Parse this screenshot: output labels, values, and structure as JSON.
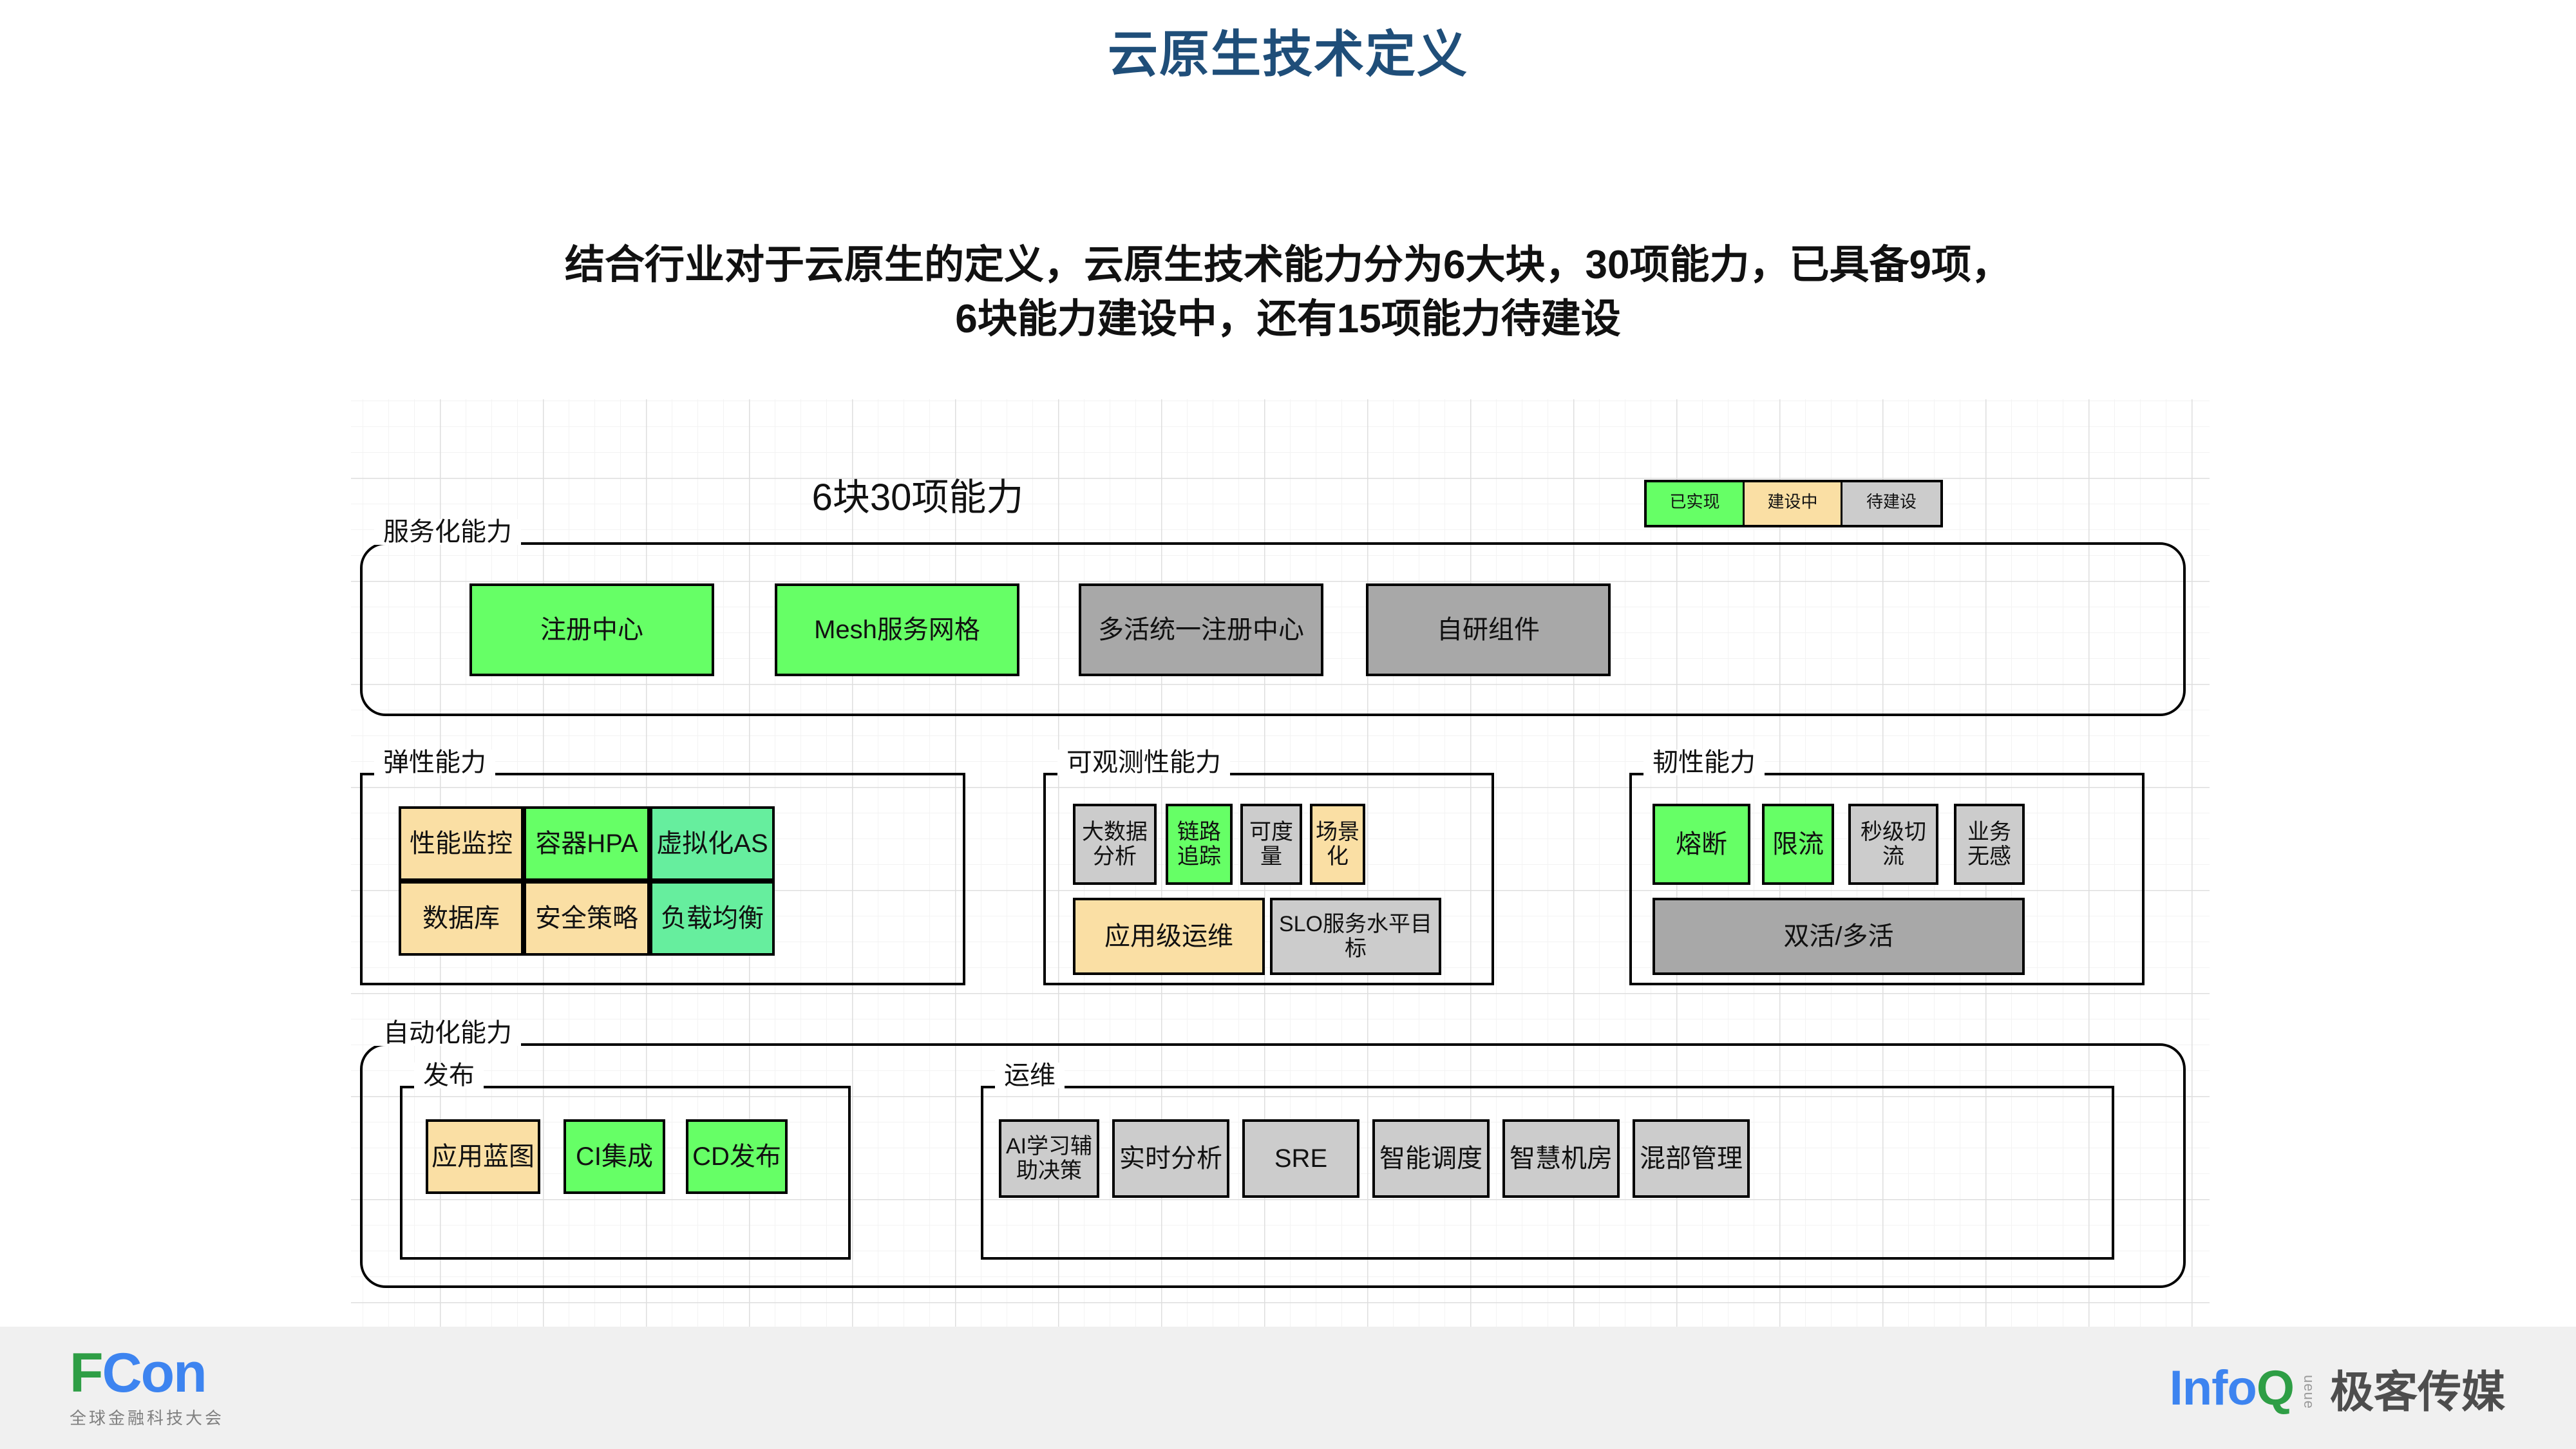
{
  "slide": {
    "title": "云原生技术定义",
    "title_color": "#1f4e79",
    "subtitle_line1": "结合行业对于云原生的定义，云原生技术能力分为6大块，30项能力，已具备9项，",
    "subtitle_line2": "6块能力建设中，还有15项能力待建设"
  },
  "diagram": {
    "heading": "6块30项能力",
    "legend": [
      {
        "label": "已实现",
        "color": "#66ff66",
        "status": "done"
      },
      {
        "label": "建设中",
        "color": "#fadfa4",
        "status": "in-progress"
      },
      {
        "label": "待建设",
        "color": "#cccccc",
        "status": "planned"
      }
    ],
    "groups": {
      "servicing": {
        "label": "服务化能力",
        "items": [
          {
            "label": "注册中心",
            "status": "done"
          },
          {
            "label": "Mesh服务网格",
            "status": "done"
          },
          {
            "label": "多活统一注册中心",
            "status": "planned"
          },
          {
            "label": "自研组件",
            "status": "planned"
          }
        ]
      },
      "elasticity": {
        "label": "弹性能力",
        "items": [
          {
            "label": "性能监控",
            "status": "in-progress"
          },
          {
            "label": "容器HPA",
            "status": "done"
          },
          {
            "label": "虚拟化AS",
            "status": "done"
          },
          {
            "label": "数据库",
            "status": "in-progress"
          },
          {
            "label": "安全策略",
            "status": "in-progress"
          },
          {
            "label": "负载均衡",
            "status": "done"
          }
        ]
      },
      "observability": {
        "label": "可观测性能力",
        "items": [
          {
            "label": "大数据分析",
            "status": "planned"
          },
          {
            "label": "链路追踪",
            "status": "done"
          },
          {
            "label": "可度量",
            "status": "planned"
          },
          {
            "label": "场景化",
            "status": "in-progress"
          },
          {
            "label": "应用级运维",
            "status": "in-progress"
          },
          {
            "label": "SLO服务水平目标",
            "status": "planned"
          }
        ]
      },
      "resilience": {
        "label": "韧性能力",
        "items": [
          {
            "label": "熔断",
            "status": "done"
          },
          {
            "label": "限流",
            "status": "done"
          },
          {
            "label": "秒级切流",
            "status": "planned"
          },
          {
            "label": "业务无感",
            "status": "planned"
          },
          {
            "label": "双活/多活",
            "status": "planned"
          }
        ]
      },
      "automation": {
        "label": "自动化能力",
        "release": {
          "label": "发布",
          "items": [
            {
              "label": "应用蓝图",
              "status": "in-progress"
            },
            {
              "label": "CI集成",
              "status": "done"
            },
            {
              "label": "CD发布",
              "status": "done"
            }
          ]
        },
        "operations": {
          "label": "运维",
          "items": [
            {
              "label": "AI学习辅助决策",
              "status": "planned"
            },
            {
              "label": "实时分析",
              "status": "planned"
            },
            {
              "label": "SRE",
              "status": "planned"
            },
            {
              "label": "智能调度",
              "status": "planned"
            },
            {
              "label": "智慧机房",
              "status": "planned"
            },
            {
              "label": "混部管理",
              "status": "planned"
            }
          ]
        }
      }
    }
  },
  "footer": {
    "fcon": {
      "word_f": "F",
      "word_con": "Con",
      "tagline": "全球金融科技大会",
      "color_f": "#2e9e45",
      "color_con": "#3d84f0"
    },
    "infoq": {
      "word_info": "Info",
      "word_q": "Q",
      "word_ueue": "ueue",
      "cn": "极客传媒",
      "color_info": "#3d84f0",
      "color_q": "#2e9e45"
    }
  }
}
